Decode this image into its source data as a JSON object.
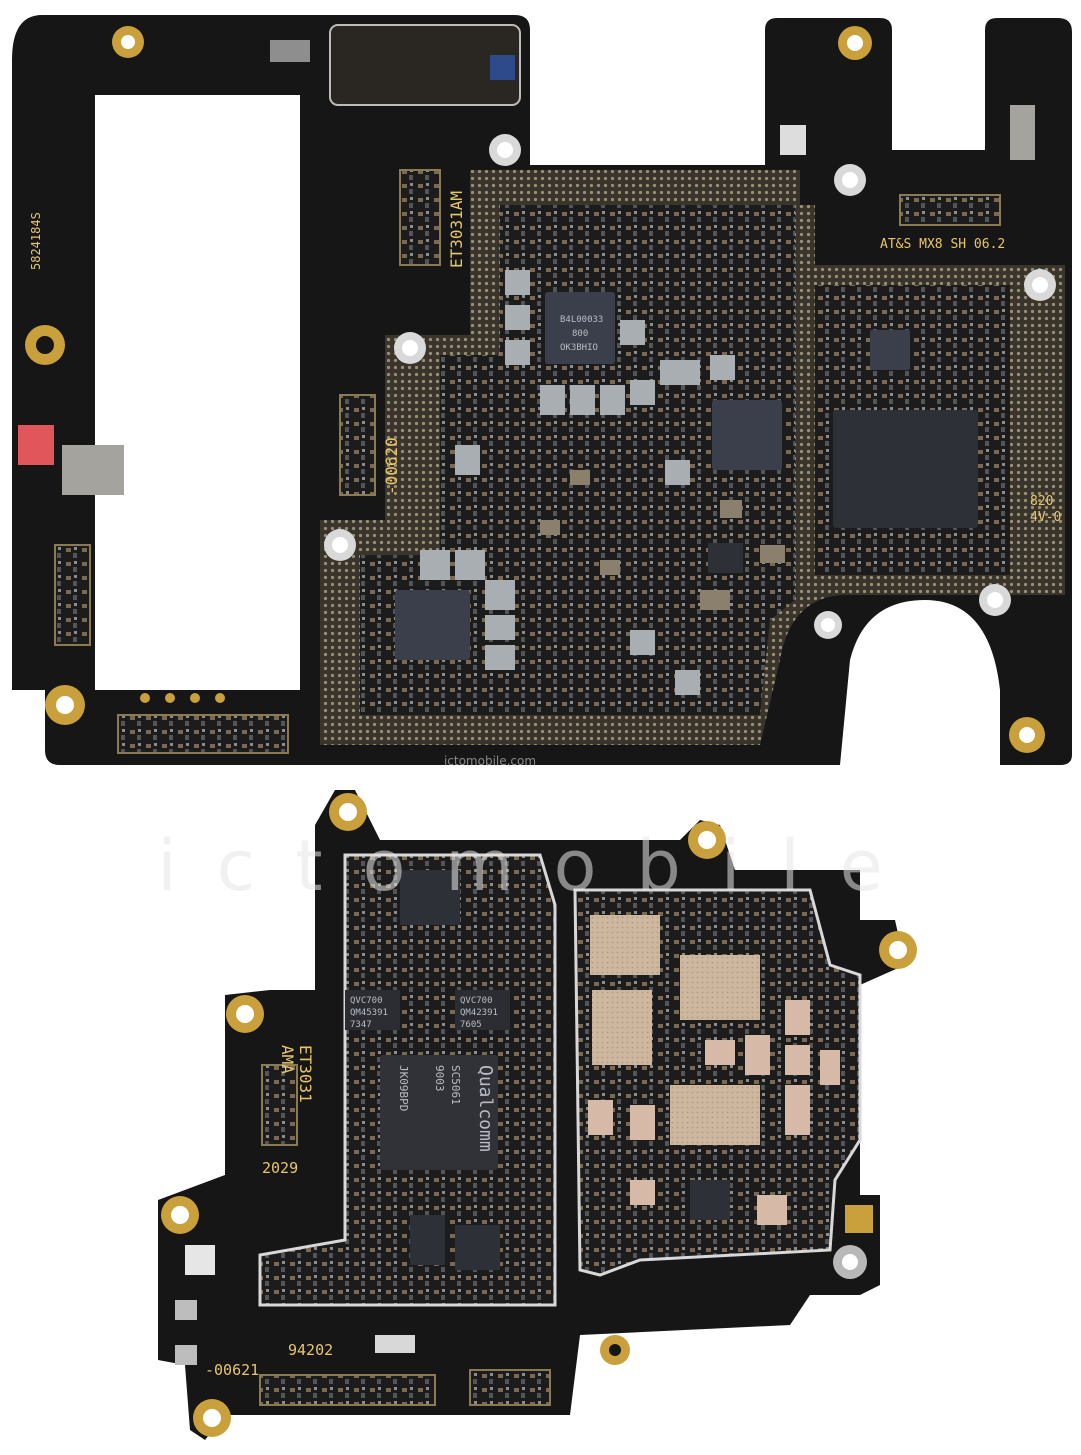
{
  "image": {
    "subject": "Smartphone logic board, two PCB halves, top and bottom",
    "background_color": "#ffffff",
    "pcb_color": "#161616",
    "gold_color": "#c9a03c",
    "shield_color": "#3a3630"
  },
  "watermark": {
    "text": "ictomobile",
    "small_text": "ictomobile.com"
  },
  "top_board": {
    "labels": {
      "model_vertical": "ET3031AM",
      "serial_vertical": "5824184S",
      "part_vertical": "-00620",
      "maker": "AT&S MX8 SH  06.2",
      "side_code_1": "820",
      "side_code_2": "4V-0"
    },
    "pmic_chip_lines": [
      "B4L00033",
      "800",
      "OK3BHIO"
    ]
  },
  "bottom_board": {
    "labels": {
      "model_vertical_1": "ET3031",
      "model_vertical_2": "AMA",
      "date_code": "2029",
      "batch_code": "94202",
      "part_code": "-00621"
    },
    "left_pmic_lines": [
      "QVC700",
      "QM45391",
      "7347"
    ],
    "right_pmic_lines": [
      "QVC700",
      "QM42391",
      "7605"
    ],
    "soc_brand": "Qualcomm",
    "soc_lines": [
      "SC5061",
      "9003",
      "JK09BPD"
    ]
  }
}
